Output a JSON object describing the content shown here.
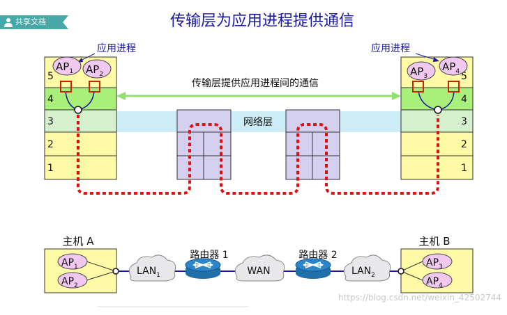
{
  "share_tag": {
    "label": "共享文档"
  },
  "title": "传输层为应用进程提供通信",
  "upper": {
    "left_label": "应用进程",
    "right_label": "应用进程",
    "comm_label": "传输层提供应用进程间的通信",
    "network_label": "网络层",
    "layers": [
      "5",
      "4",
      "3",
      "2",
      "1"
    ],
    "ap": {
      "base": "AP",
      "subs": [
        "1",
        "2",
        "3",
        "4"
      ]
    }
  },
  "lower": {
    "host_a": "主机 A",
    "host_b": "主机 B",
    "router1": "路由器 1",
    "router2": "路由器 2",
    "lan": "LAN",
    "lan_subs": [
      "1",
      "2"
    ],
    "wan": "WAN",
    "ap": {
      "base": "AP",
      "subs": [
        "1",
        "2",
        "3",
        "4"
      ]
    }
  },
  "watermark": "https://blog.csdn.net/weixin_42502744",
  "colors": {
    "title": "#1a1aa0",
    "layer_yellow": "#fffaa6",
    "layer_green": "#a8f07a",
    "layer_pale_green": "#d4f0cc",
    "network_band": "#ccecf6",
    "router_box": "#d6d0f0",
    "ap_fill": "#f0c8f0",
    "port_red": "#cc2200",
    "dotted_path": "#e01010",
    "wire": "#1a1aa0",
    "router_blue": "#2a86c8",
    "comm_arrow": "#90e070",
    "share_tag": "#48a8a8"
  }
}
